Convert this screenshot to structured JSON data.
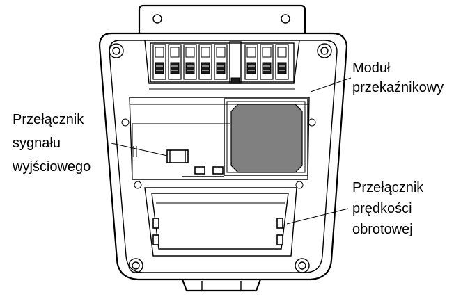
{
  "labels": {
    "relay_module": [
      "Moduł",
      "przekaźnikowy"
    ],
    "output_signal_switch": [
      "Przełącznik",
      "sygnału",
      "wyjściowego"
    ],
    "speed_switch": [
      "Przełącznik",
      "prędkości",
      "obrotowej"
    ]
  },
  "colors": {
    "line": "#000000",
    "relay_fill": "#808080",
    "background": "#ffffff"
  }
}
